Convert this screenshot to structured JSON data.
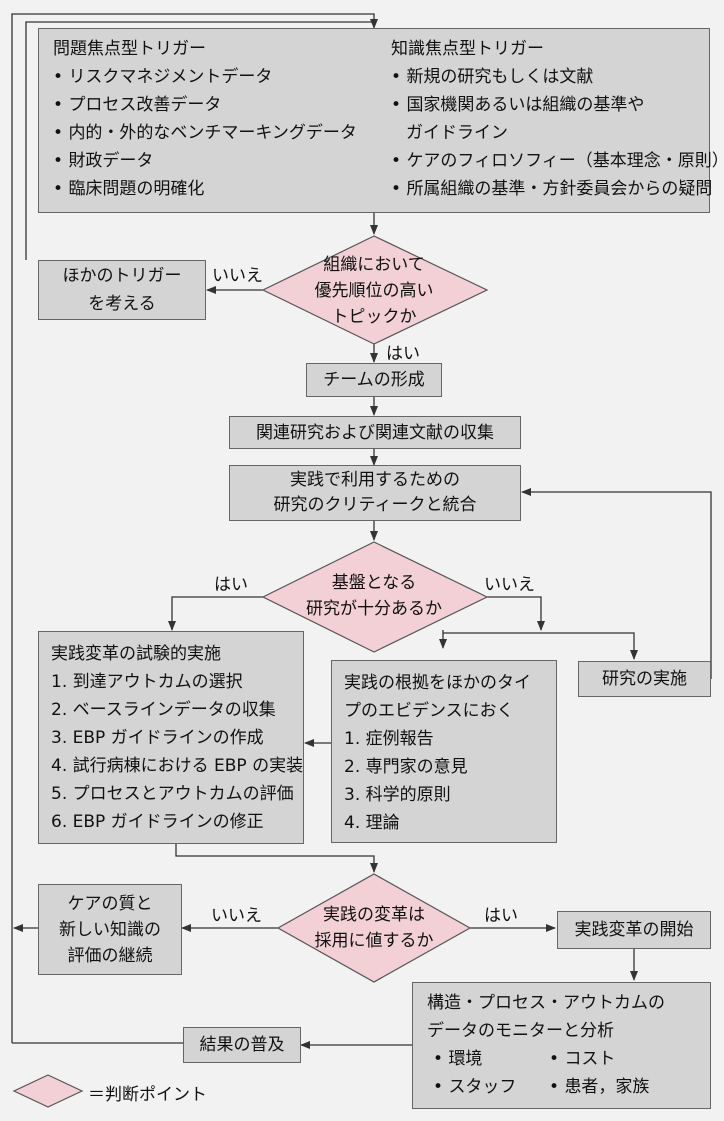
{
  "triggers": {
    "problem": {
      "heading": "問題焦点型トリガー",
      "items": [
        "リスクマネジメントデータ",
        "プロセス改善データ",
        "内的・外的なベンチマーキングデータ",
        "財政データ",
        "臨床問題の明確化"
      ]
    },
    "knowledge": {
      "heading": "知識焦点型トリガー",
      "items": [
        "新規の研究もしくは文献",
        "国家機関あるいは組織の基準や",
        "ガイドライン",
        "ケアのフィロソフィー（基本理念・原則）",
        "所属組織の基準・方針委員会からの疑問"
      ]
    }
  },
  "nodes": {
    "other_trigger": [
      "ほかのトリガー",
      "を考える"
    ],
    "priority_decision": [
      "組織において",
      "優先順位の高い",
      "トピックか"
    ],
    "team": "チームの形成",
    "collect": "関連研究および関連文献の収集",
    "critique": [
      "実践で利用するための",
      "研究のクリティークと統合"
    ],
    "sufficient_decision": [
      "基盤となる",
      "研究が十分あるか"
    ],
    "pilot": {
      "title": "実践変革の試験的実施",
      "items": [
        "1. 到達アウトカムの選択",
        "2. ベースラインデータの収集",
        "3. EBP ガイドラインの作成",
        "4. 試行病棟における EBP の実装",
        "5. プロセスとアウトカムの評価",
        "6. EBP ガイドラインの修正"
      ]
    },
    "other_evidence": {
      "title": [
        "実践の根拠をほかのタイ",
        "プのエビデンスにおく"
      ],
      "items": [
        "1. 症例報告",
        "2. 専門家の意見",
        "3. 科学的原則",
        "4. 理論"
      ]
    },
    "conduct_research": "研究の実施",
    "adopt_decision": [
      "実践の変革は",
      "採用に値するか"
    ],
    "continue_eval": [
      "ケアの質と",
      "新しい知識の",
      "評価の継続"
    ],
    "start_change": "実践変革の開始",
    "monitor": {
      "title": [
        "構造・プロセス・アウトカムの",
        "データのモニターと分析"
      ],
      "items": [
        "環境",
        "コスト",
        "スタッフ",
        "患者，家族"
      ]
    },
    "disseminate": "結果の普及"
  },
  "labels": {
    "yes": "はい",
    "no": "いいえ"
  },
  "legend": "＝判断ポイント",
  "colors": {
    "box": "#d4d4d4",
    "decision": "#f2d0d6",
    "background": "#f2f2f2",
    "line": "#333333"
  }
}
